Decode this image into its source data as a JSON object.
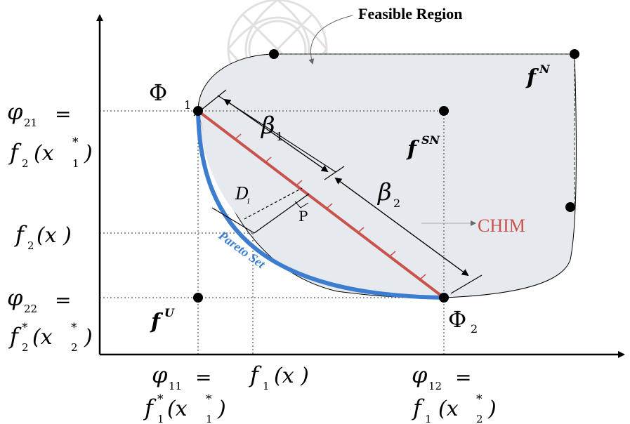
{
  "title": "Feasible Region",
  "colors": {
    "region_fill": "#e6e9ee",
    "chim_line": "#c9524c",
    "pareto_curve": "#3c7dd0",
    "axis": "#000000",
    "guide": "#333333",
    "watermark": "#d7d7d7"
  },
  "labels": {
    "phi1": "Φ",
    "phi1_sub": "1",
    "phi2": "Φ",
    "phi2_sub": "2",
    "beta1": "β",
    "beta1_sub": "1",
    "beta2": "β",
    "beta2_sub": "2",
    "fN": "f",
    "fN_sup": "N",
    "fSN": "f",
    "fSN_sup": "SN",
    "fU": "f",
    "fU_sup": "U",
    "D": "D",
    "D_sub": "i",
    "P": "P",
    "chim": "CHIM",
    "pareto": "Pareto Set"
  },
  "y_axis_labels": {
    "phi21_a": "φ",
    "phi21_sub": "21",
    "phi21_eq": "=",
    "f2x1_f": "f",
    "f2x1_sub": "2",
    "f2x1_arg": "(x",
    "f2x1_argsub": "1",
    "f2x1_star": "*",
    "f2x1_close": ")",
    "f2x_f": "f",
    "f2x_sub": "2",
    "f2x_arg": "(x )",
    "phi22_a": "φ",
    "phi22_sub": "22",
    "phi22_eq": "=",
    "f2star_f": "f",
    "f2star_sub": "2",
    "f2star_star": "*",
    "f2star_arg": "(x",
    "f2star_argsub": "2",
    "f2star_argstar": "*",
    "f2star_close": ")"
  },
  "x_axis_labels": {
    "phi11_a": "φ",
    "phi11_sub": "11",
    "phi11_eq": "=",
    "f1star_f": "f",
    "f1star_sub": "1",
    "f1star_star": "*",
    "f1star_arg": "(x",
    "f1star_argsub": "1",
    "f1star_argstar": "*",
    "f1star_close": ")",
    "f1x_f": "f",
    "f1x_sub": "1",
    "f1x_arg": "(x )",
    "phi12_a": "φ",
    "phi12_sub": "12",
    "phi12_eq": "=",
    "f1x2_f": "f",
    "f1x2_sub": "1",
    "f1x2_arg": "(x",
    "f1x2_argsub": "2",
    "f1x2_argstar": "*",
    "f1x2_close": ")"
  }
}
